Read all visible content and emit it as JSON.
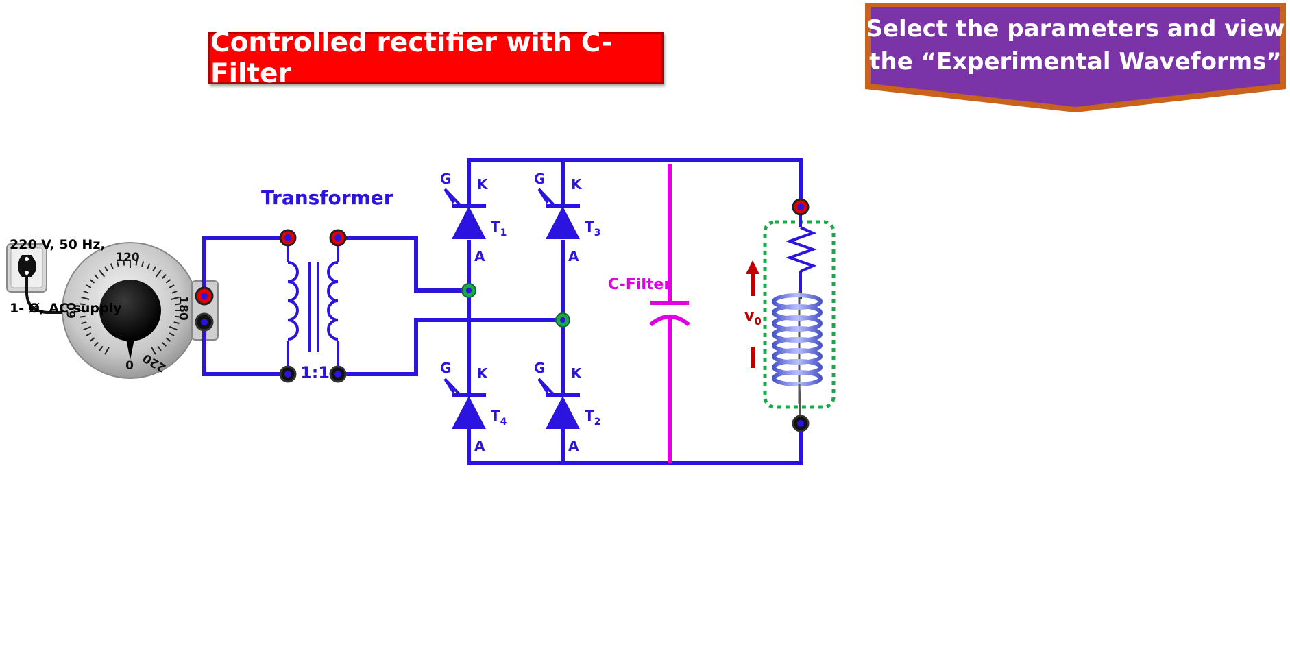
{
  "title": "Controlled rectifier with C-Filter",
  "instruction": {
    "line1": "Select the parameters and view",
    "line2": "the “Experimental Waveforms”"
  },
  "supply": {
    "line1": "220 V, 50 Hz,",
    "line2": "1- Ø, AC supply"
  },
  "variac_dial": {
    "marks": [
      "0",
      "60",
      "120",
      "180",
      "220"
    ]
  },
  "transformer": {
    "label": "Transformer",
    "ratio": "1:1"
  },
  "thyristors": [
    {
      "name": "T",
      "sub": "1",
      "gate": "G",
      "cathode": "K",
      "anode": "A"
    },
    {
      "name": "T",
      "sub": "3",
      "gate": "G",
      "cathode": "K",
      "anode": "A"
    },
    {
      "name": "T",
      "sub": "4",
      "gate": "G",
      "cathode": "K",
      "anode": "A"
    },
    {
      "name": "T",
      "sub": "2",
      "gate": "G",
      "cathode": "K",
      "anode": "A"
    }
  ],
  "capacitor": {
    "label": "C-Filter"
  },
  "load": {
    "voltage_symbol": "v",
    "voltage_sub": "0"
  },
  "colors": {
    "wire": "#2b14e0",
    "filter": "#e000e0",
    "title_bg": "#ff0000",
    "banner_bg": "#7b34a8",
    "banner_border": "#c8621c",
    "arrow": "#c00000",
    "load_outline": "#1aa84a"
  }
}
